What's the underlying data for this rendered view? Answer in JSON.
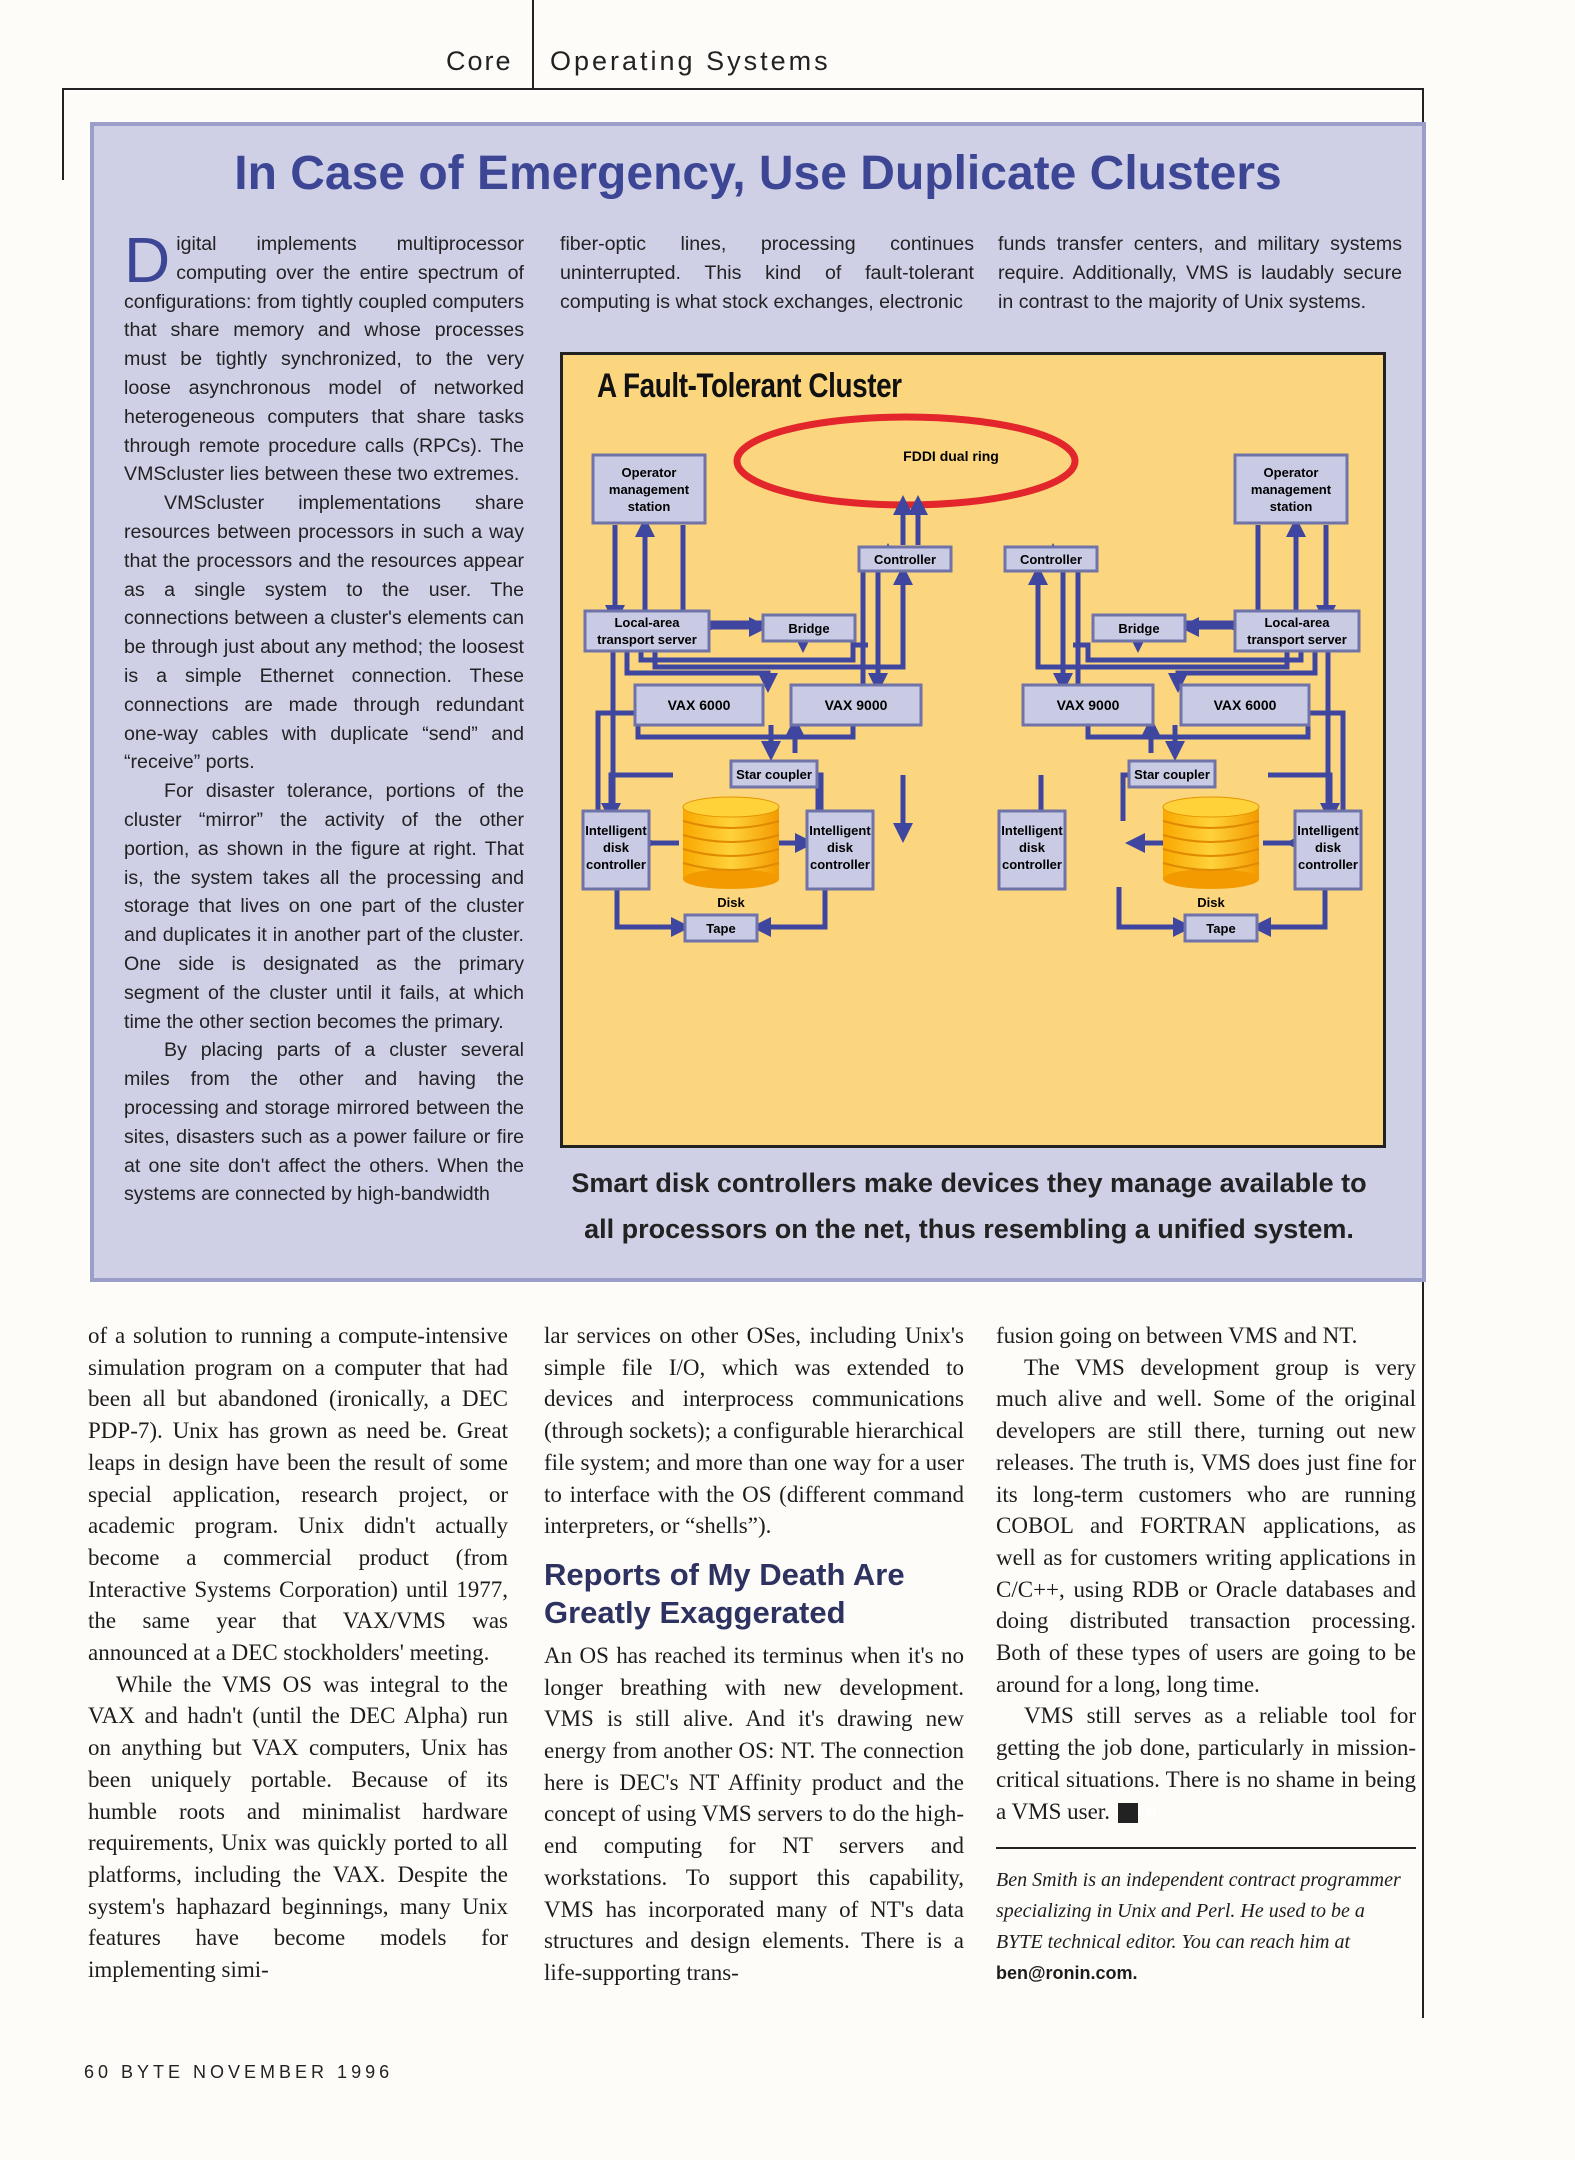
{
  "header": {
    "section": "Core",
    "title": "Operating Systems"
  },
  "sidebar": {
    "title": "In Case of Emergency, Use Duplicate Clusters",
    "dropcap": "D",
    "col1": [
      "igital implements multiprocessor computing over the entire spectrum of configurations: from tightly coupled computers that share memory and whose processes must be tightly synchronized, to the very loose asynchronous model of networked heterogeneous computers that share tasks through remote procedure calls (RPCs). The VMScluster lies between these two extremes.",
      "VMScluster implementations share resources between processors in such a way that the processors and the resources appear as a single system to the user. The connections between a cluster's elements can be through just about any method; the loosest is a simple Ethernet connection. These connections are made through redundant one-way cables with duplicate “send” and “receive” ports.",
      "For disaster tolerance, portions of the cluster “mirror” the activity of the other portion, as shown in the figure at right. That is, the system takes all the processing and storage that lives on one part of the cluster and duplicates it in another part of the cluster. One side is designated as the primary segment of the cluster until it fails, at which time the other section becomes the primary.",
      "By placing parts of a cluster several miles from the other and having the processing and storage mirrored between the sites, disasters such as a power failure or fire at one site don't affect the others. When the systems are connected by high-bandwidth"
    ],
    "col2": "fiber-optic lines, processing continues uninterrupted. This kind of fault-tolerant computing is what stock exchanges, electronic",
    "col3": "funds transfer centers, and military systems require. Additionally, VMS is laudably secure in contrast to the majority of Unix systems."
  },
  "figure": {
    "title": "A Fault-Tolerant Cluster",
    "ring": "FDDI dual ring",
    "operator_l1": "Operator",
    "operator_l2": "management",
    "operator_l3": "station",
    "controller": "Controller",
    "bridge": "Bridge",
    "lat_l1": "Local-area",
    "lat_l2": "transport server",
    "vax6000": "VAX 6000",
    "vax9000": "VAX 9000",
    "star": "Star coupler",
    "idc_l1": "Intelligent",
    "idc_l2": "disk",
    "idc_l3": "controller",
    "disk": "Disk",
    "tape": "Tape",
    "colors": {
      "box_fill": "#c9cbe4",
      "box_stroke": "#6f73a8",
      "arrow": "#3f46a0",
      "ring": "#e2262b",
      "disk": "#f7b500",
      "background": "#fbd67e"
    },
    "caption": "Smart disk controllers make devices they manage available to all processors on the net, thus resembling a unified system."
  },
  "article": {
    "col1": [
      "of a solution to running a compute-intensive simulation program on a computer that had been all but abandoned (ironically, a DEC PDP-7). Unix has grown as need be. Great leaps in design have been the result of some special application, research project, or academic program. Unix didn't actually become a commercial product (from Interactive Systems Corporation) until 1977, the same year that VAX/VMS was announced at a DEC stockholders' meeting.",
      "While the VMS OS was integral to the VAX and hadn't (until the DEC Alpha) run on anything but VAX computers, Unix has been uniquely portable. Because of its humble roots and minimalist hardware requirements, Unix was quickly ported to all platforms, including the VAX. Despite the system's haphazard beginnings, many Unix features have become models for implementing simi-"
    ],
    "col2_p1": "lar services on other OSes, including Unix's simple file I/O, which was extended to devices and interprocess communications (through sockets); a configurable hierarchical file system; and more than one way for a user to interface with the OS (different command interpreters, or “shells”).",
    "subhead": "Reports of My Death Are Greatly Exaggerated",
    "col2_p2": "An OS has reached its terminus when it's no longer breathing with new development. VMS is still alive. And it's drawing new energy from another OS: NT. The connection here is DEC's NT Affinity product and the concept of using VMS servers to do the high-end computing for NT servers and workstations. To support this capability, VMS has incorporated many of NT's data structures and design elements. There is a life-supporting trans-",
    "col3": [
      "fusion going on between VMS and NT.",
      "The VMS development group is very much alive and well. Some of the original developers are still there, turning out new releases. The truth is, VMS does just fine for its long-term customers who are running COBOL and FORTRAN applications, as well as for customers writing applications in C/C++, using RDB or Oracle databases and doing distributed transaction processing. Both of these types of users are going to be around for a long, long time.",
      "VMS still serves as a reliable tool for getting the job done, particularly in mission-critical situations. There is no shame in being a VMS user."
    ],
    "end_mark": "B",
    "bio_text": "Ben Smith is an independent contract programmer specializing in Unix and Perl. He used to be a BYTE technical editor. You can reach him at",
    "bio_email": "ben@ronin.com."
  },
  "footer": {
    "text": "60 BYTE NOVEMBER 1996"
  }
}
